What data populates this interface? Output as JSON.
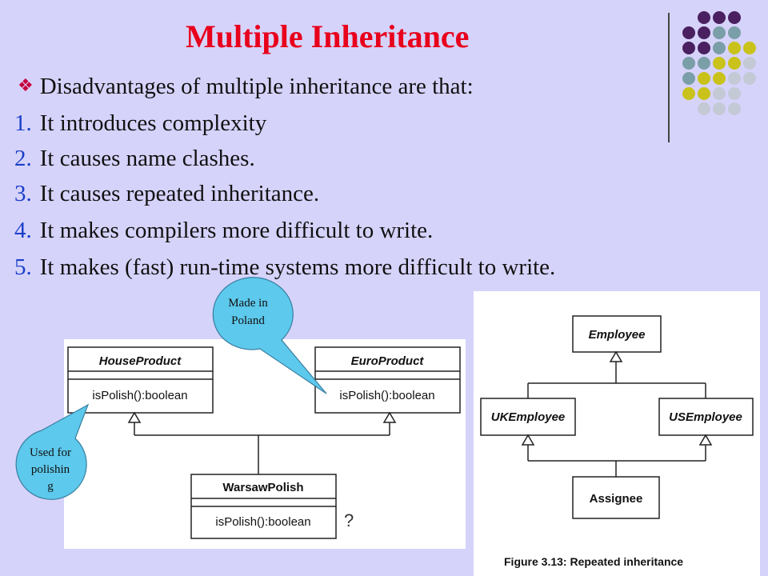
{
  "slide": {
    "title": "Multiple Inheritance",
    "intro": "Disadvantages of multiple inheritance are that:",
    "items": [
      {
        "num": "1.",
        "text": "It introduces complexity"
      },
      {
        "num": "2.",
        "text": "It causes name clashes."
      },
      {
        "num": "3.",
        "text": "It causes repeated inheritance."
      },
      {
        "num": "4.",
        "text": "It makes compilers more difficult to write."
      },
      {
        "num": "5.",
        "text": "It makes (fast) run-time systems more difficult to write."
      }
    ]
  },
  "left_diagram": {
    "house_product": "HouseProduct",
    "euro_product": "EuroProduct",
    "warsaw_polish": "WarsawPolish",
    "method": "isPolish():boolean",
    "question": "?",
    "callout_top_line1": "Made in",
    "callout_top_line2": "Poland",
    "callout_left_line1": "Used for",
    "callout_left_line2": "polishin",
    "callout_left_line3": "g"
  },
  "right_diagram": {
    "employee": "Employee",
    "uk_employee": "UKEmployee",
    "us_employee": "USEmployee",
    "assignee": "Assignee",
    "caption": "Figure 3.13: Repeated inheritance"
  },
  "colors": {
    "background": "#d6d3fb",
    "title": "#e8001c",
    "numbers": "#1a3fc8",
    "dot_purple": "#4a2060",
    "dot_teal": "#7b9fa8",
    "dot_yellow": "#c9c21a",
    "callout": "#5dc9ec"
  }
}
